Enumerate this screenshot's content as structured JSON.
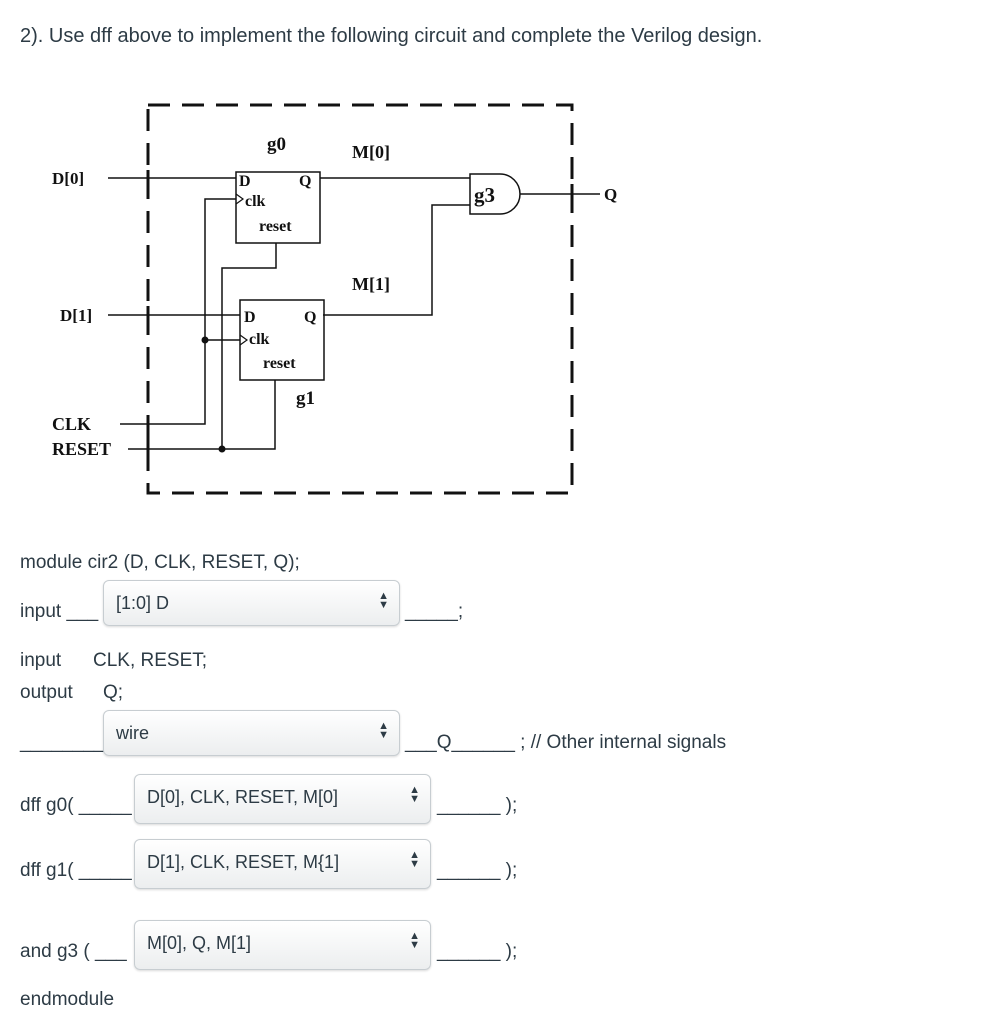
{
  "question": "2). Use dff above to implement the following circuit and complete the Verilog design.",
  "diagram": {
    "inputs": [
      "D[0]",
      "D[1]",
      "CLK",
      "RESET"
    ],
    "output": "Q",
    "gates": {
      "g0": "g0",
      "g1": "g1",
      "g3": "g3"
    },
    "pins": {
      "d": "D",
      "q": "Q",
      "clk": "clk",
      "reset": "reset"
    },
    "signals": [
      "M[0]",
      "M[1]"
    ]
  },
  "code": {
    "module_line": "module cir2 (D, CLK, RESET, Q);",
    "input1_prefix": "input ___",
    "input1_select": "[1:0] D",
    "input1_suffix": "_____;",
    "input2": "input",
    "input2_val": "CLK, RESET;",
    "output": "output",
    "output_val": "Q;",
    "wire_prefix": "________",
    "wire_select": "wire",
    "wire_suffix": "___Q______ ; // Other internal signals",
    "g0_prefix": "dff g0( _____",
    "g0_select": "D[0], CLK, RESET, M[0]",
    "g0_suffix": "______ );",
    "g1_prefix": "dff g1( _____",
    "g1_select": "D[1], CLK, RESET, M{1]",
    "g1_suffix": "______ );",
    "g3_prefix": "and g3 (  ___",
    "g3_select": "M[0], Q, M[1]",
    "g3_suffix": "______  );",
    "endmodule": "endmodule"
  }
}
